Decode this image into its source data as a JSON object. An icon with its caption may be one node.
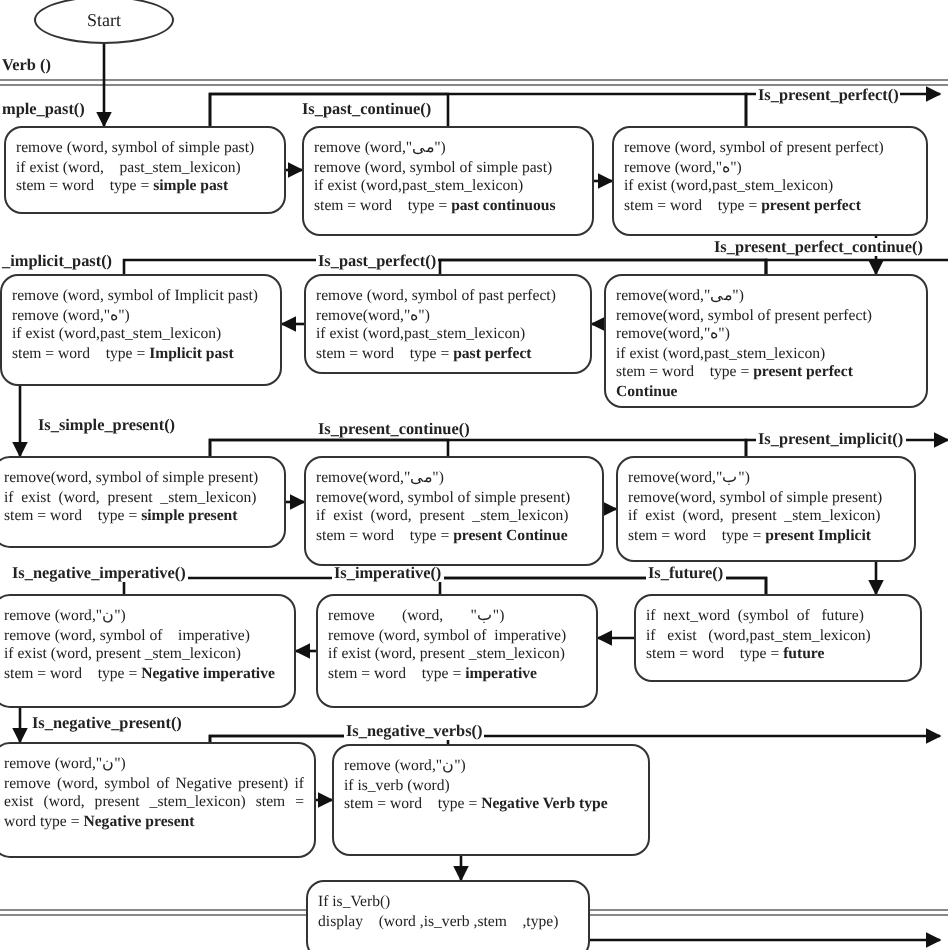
{
  "diagram": {
    "nodes": [
      {
        "text": [
          "Start"
        ]
      },
      {
        "text": [
          "remove (word, symbol of simple past)",
          "if exist (word,    past_stem_lexicon)",
          "stem = word    type = **simple past**"
        ]
      },
      {
        "text": [
          "remove (word,\"می\")",
          "remove (word, symbol of simple past)",
          "if exist (word,past_stem_lexicon)",
          "stem = word    type = **past continuous**"
        ]
      },
      {
        "text": [
          "remove (word, symbol of present perfect)",
          "remove (word,\"ه\")",
          "if exist (word,past_stem_lexicon)",
          "stem = word    type = **present perfect**"
        ]
      },
      {
        "text": [
          "remove(word,\"می\")",
          "remove(word, symbol of present perfect)",
          "remove(word,\"ه\")",
          "if exist (word,past_stem_lexicon)",
          "stem = word    type = **present perfect Continue**"
        ]
      },
      {
        "text": [
          "remove (word, symbol of past perfect)",
          "remove(word,\"ه\")",
          "if exist (word,past_stem_lexicon)",
          "stem = word    type = **past perfect**"
        ]
      },
      {
        "text": [
          "remove (word, symbol of Implicit past)",
          "remove (word,\"ه\")",
          "if exist (word,past_stem_lexicon)",
          "stem = word    type = **Implicit past**"
        ]
      },
      {
        "text": [
          "remove(word, symbol of simple present)",
          "if  exist  (word,  present  _stem_lexicon)",
          "stem = word    type = **simple present**"
        ]
      },
      {
        "text": [
          "remove(word,\"می\")",
          "remove(word, symbol of simple present)",
          "if  exist  (word,  present  _stem_lexicon)",
          "stem = word    type = **present Continue**"
        ]
      },
      {
        "text": [
          "remove(word,\"ب\")",
          "remove(word, symbol of simple present)",
          "if  exist  (word,  present  _stem_lexicon)",
          "stem = word    type = **present Implicit**"
        ]
      },
      {
        "text": [
          "if  next_word  (symbol  of   future)",
          "if   exist   (word,past_stem_lexicon)",
          "stem = word    type = **future**"
        ]
      },
      {
        "text": [
          "remove       (word,       \"ب\")",
          "remove (word, symbol of  imperative)",
          "if exist (word, present _stem_lexicon)",
          "stem = word    type = **imperative**"
        ]
      },
      {
        "text": [
          "remove (word,\"ن\")",
          "remove (word, symbol of    imperative)",
          "if exist (word, present _stem_lexicon)",
          "stem = word    type = **Negative imperative**"
        ]
      },
      {
        "text": [
          "remove (word,\"ن\")",
          "remove (word, symbol of Negative present) if exist (word, present _stem_lexicon) stem = word type = **Negative present**"
        ]
      },
      {
        "text": [
          "remove (word,\"ن\")",
          "if is_verb (word)",
          "stem = word    type = **Negative Verb type**"
        ]
      },
      {
        "text": [
          "If is_Verb()",
          "display    (word ,is_verb ,stem    ,type)"
        ]
      }
    ],
    "edges": [
      {
        "from": 0,
        "to": 1,
        "arrow": "to"
      },
      {
        "from": 1,
        "to": 2,
        "arrow": "to"
      },
      {
        "from": 2,
        "to": 3,
        "arrow": "to"
      },
      {
        "from": 3,
        "to": 4,
        "arrow": "to"
      },
      {
        "from": 4,
        "to": 5,
        "arrow": "to"
      },
      {
        "from": 5,
        "to": 6,
        "arrow": "to"
      },
      {
        "from": 6,
        "to": 7,
        "arrow": "to"
      },
      {
        "from": 7,
        "to": 8,
        "arrow": "to"
      },
      {
        "from": 8,
        "to": 9,
        "arrow": "to"
      },
      {
        "from": 9,
        "to": 10,
        "arrow": "to"
      },
      {
        "from": 10,
        "to": 11,
        "arrow": "to"
      },
      {
        "from": 11,
        "to": 12,
        "arrow": "to"
      },
      {
        "from": 12,
        "to": 13,
        "arrow": "to"
      },
      {
        "from": 13,
        "to": 14,
        "arrow": "to"
      },
      {
        "from": 14,
        "to": 15,
        "arrow": "to"
      },
      {
        "from": 1,
        "to": 2,
        "arrow": "none"
      },
      {
        "from": 1,
        "to": 3,
        "arrow": "none"
      },
      {
        "from": 3,
        "to": null,
        "arrow": "to"
      },
      {
        "from": 4,
        "to": 5,
        "arrow": "none"
      },
      {
        "from": 4,
        "to": 6,
        "arrow": "none"
      },
      {
        "from": 4,
        "to": null,
        "arrow": "none"
      },
      {
        "from": 7,
        "to": 8,
        "arrow": "none"
      },
      {
        "from": 7,
        "to": 9,
        "arrow": "none"
      },
      {
        "from": 9,
        "to": null,
        "arrow": "to"
      },
      {
        "from": 10,
        "to": 11,
        "arrow": "none"
      },
      {
        "from": 10,
        "to": 12,
        "arrow": "none"
      },
      {
        "from": 13,
        "to": 14,
        "arrow": "none"
      },
      {
        "from": 13,
        "to": null,
        "arrow": "to"
      },
      {
        "from": 15,
        "to": null,
        "arrow": "to"
      }
    ],
    "labels": [
      "Verb ()",
      "mple_past()",
      "Is_past_continue()",
      "Is_present_perfect()",
      "Is_present_perfect_continue()",
      "_implicit_past()",
      "Is_past_perfect()",
      "Is_simple_present()",
      "Is_present_continue()",
      "Is_present_implicit()",
      "Is_negative_imperative()",
      "Is_imperative()",
      "Is_future()",
      "Is_negative_present()",
      "Is_negative_verbs()"
    ]
  }
}
